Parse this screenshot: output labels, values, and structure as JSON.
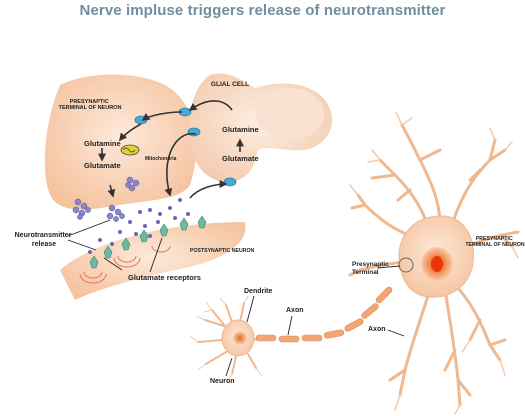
{
  "title": "Nerve impluse triggers release of neurotransmitter",
  "labels": {
    "presynaptic_terminal_top": [
      "PRESYNAPTIC",
      "TERMINAL OF NEURON"
    ],
    "glial_cell": "GLIAL CELL",
    "glutamine_left": "Glutamine",
    "glutamate_left": "Glutamate",
    "mitochondria": "Mitochondria",
    "glutamine_right": "Glutamine",
    "glutamate_right": "Glutamate",
    "neurotransmitter_release": [
      "Neurotransmitter",
      "release"
    ],
    "postsynaptic_neuron": "POSTSYNAPTIC NEURON",
    "glutamate_receptors": "Glutamate receptors",
    "presynaptic_terminal_right": [
      "PRESYNAPTIC",
      "TERMINAL OF NEURON"
    ],
    "presynaptic_terminal_callout": [
      "Presynaptic",
      "Terminal"
    ],
    "dendrite": "Dendrite",
    "axon_small": "Axon",
    "axon_large": "Axon",
    "neuron": "Neuron"
  },
  "colors": {
    "title": "#6f8fa0",
    "cell_fill": "#f7cfb0",
    "cell_fill_light": "#fbe3d2",
    "glial_fill": "#f8dcc8",
    "nucleus_fill": "#f0a070",
    "nucleus_core": "#e25a10",
    "vesicle": "#8a86c8",
    "receptor": "#6cb8a0",
    "transporter": "#4aa8d8",
    "arrow": "#333333",
    "label": "#222222"
  }
}
